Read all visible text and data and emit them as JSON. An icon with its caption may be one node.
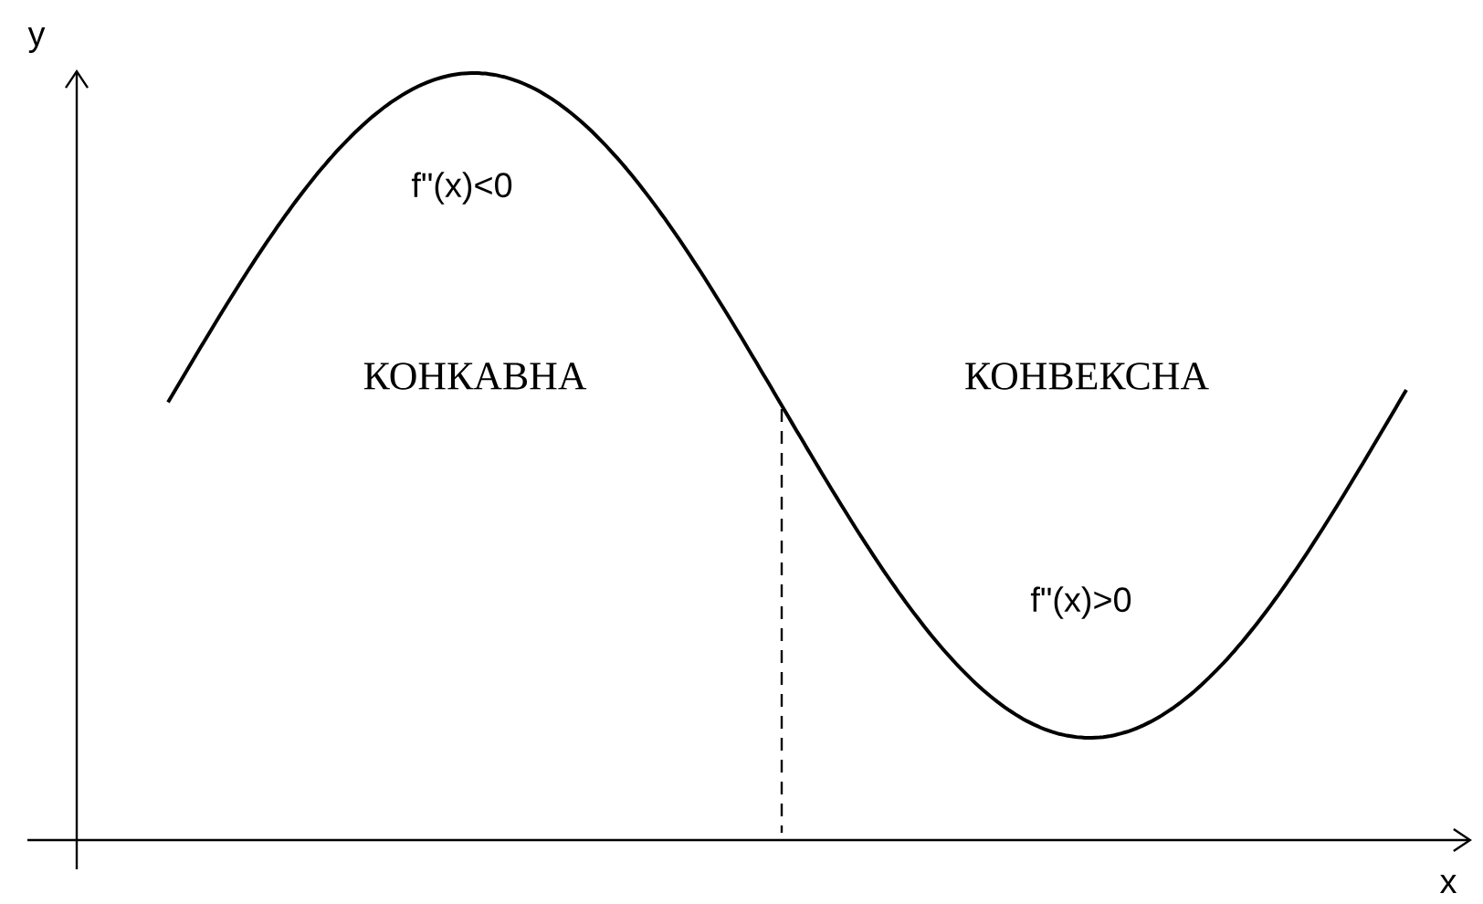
{
  "diagram": {
    "labels": [
      "y",
      "f\"(x)<0",
      "КОНКАВНА",
      "КОНВЕКСНА",
      "f\"(x)>0",
      "x"
    ]
  }
}
